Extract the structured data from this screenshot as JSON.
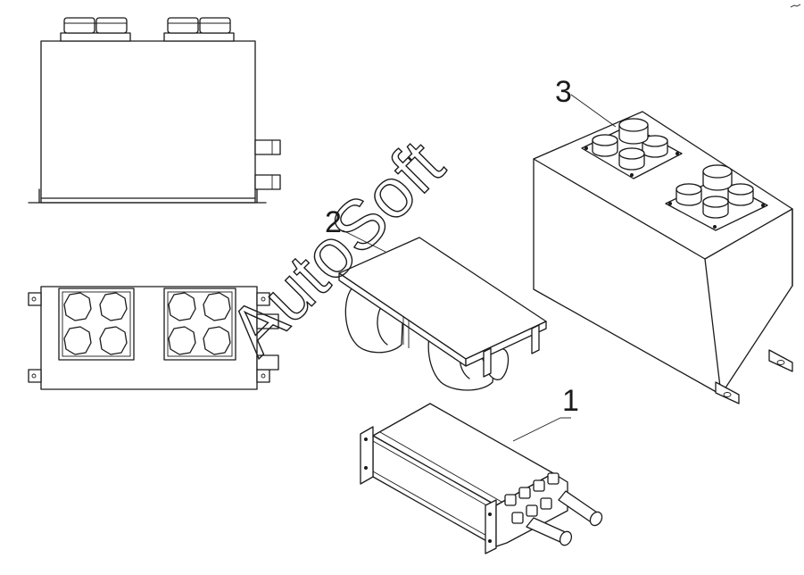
{
  "callouts": {
    "c1": "1",
    "c2": "2",
    "c3": "3"
  },
  "watermark": "AutoSoft",
  "colors": {
    "line": "#1a1a1a",
    "background": "#ffffff"
  }
}
